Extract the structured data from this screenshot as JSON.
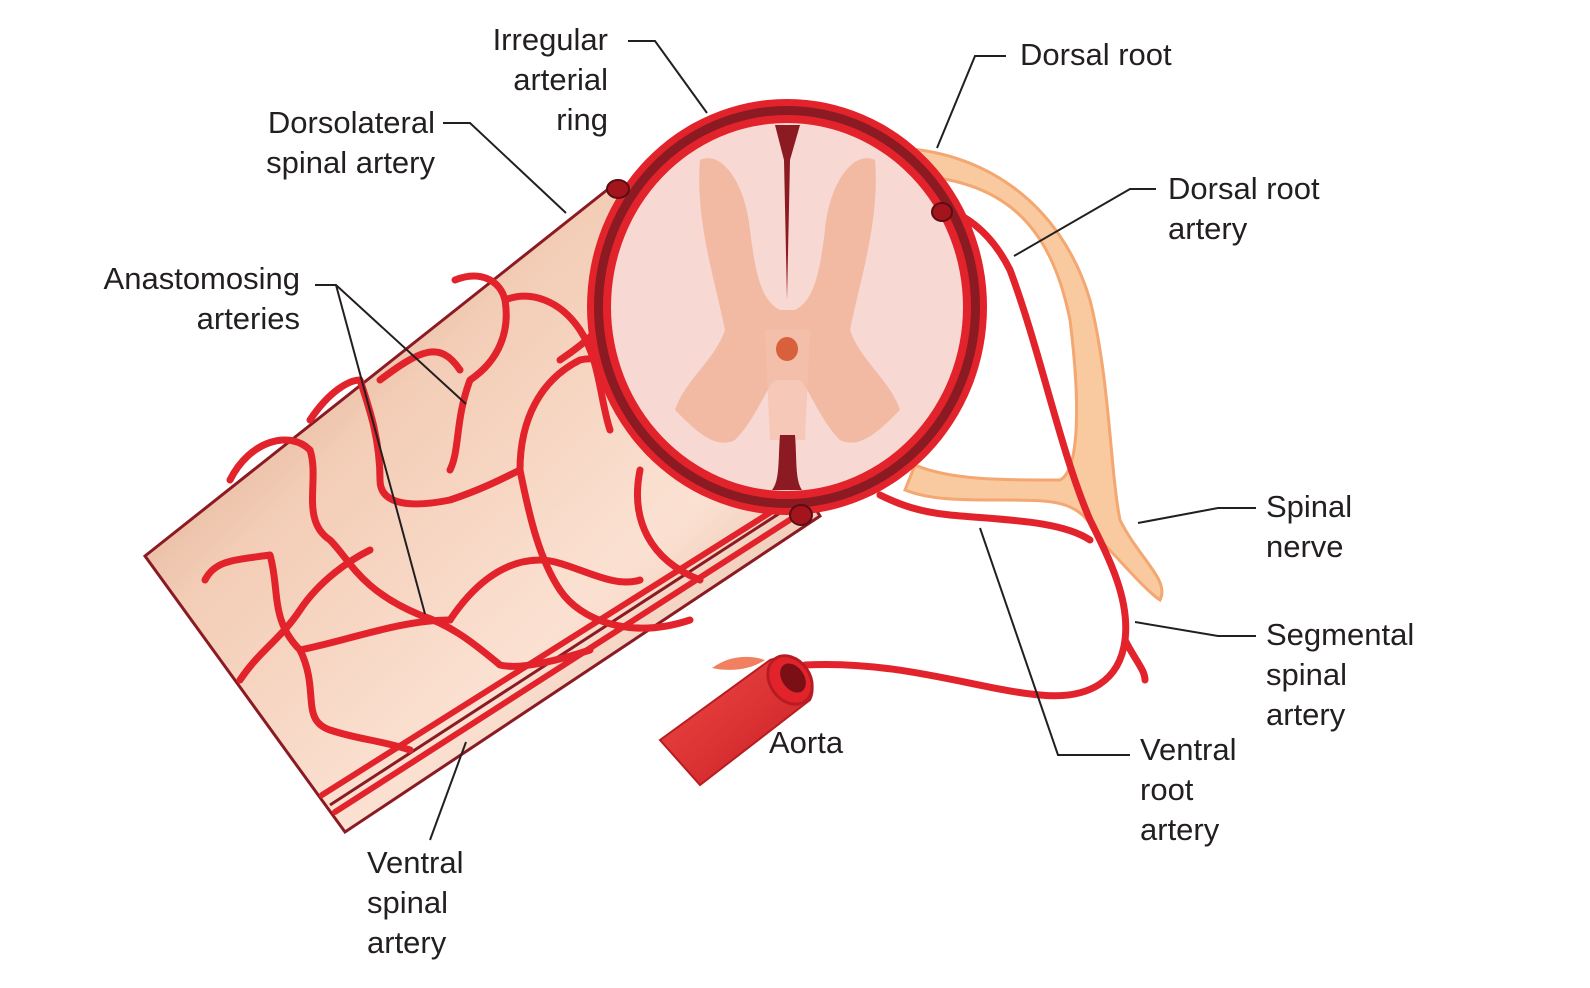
{
  "labels": {
    "irregular_ring": "Irregular\narterial\nring",
    "dorsolateral": "Dorsolateral\nspinal artery",
    "dorsal_root": "Dorsal root",
    "dorsal_root_artery": "Dorsal root\nartery",
    "anastomosing": "Anastomosing\narteries",
    "spinal_nerve": "Spinal\nnerve",
    "segmental": "Segmental\nspinal\nartery",
    "aorta": "Aorta",
    "ventral_root_artery": "Ventral\nroot\nartery",
    "ventral_spinal_artery": "Ventral\nspinal\nartery"
  },
  "colors": {
    "artery": "#e2232b",
    "artery_dark": "#8b1a22",
    "cord_surface": "#f0c0a8",
    "cord_section": "#f7d8d2",
    "gray_matter": "#f2b9a3",
    "nerve": "#f9c9a0",
    "nerve_edge": "#f4a770"
  }
}
